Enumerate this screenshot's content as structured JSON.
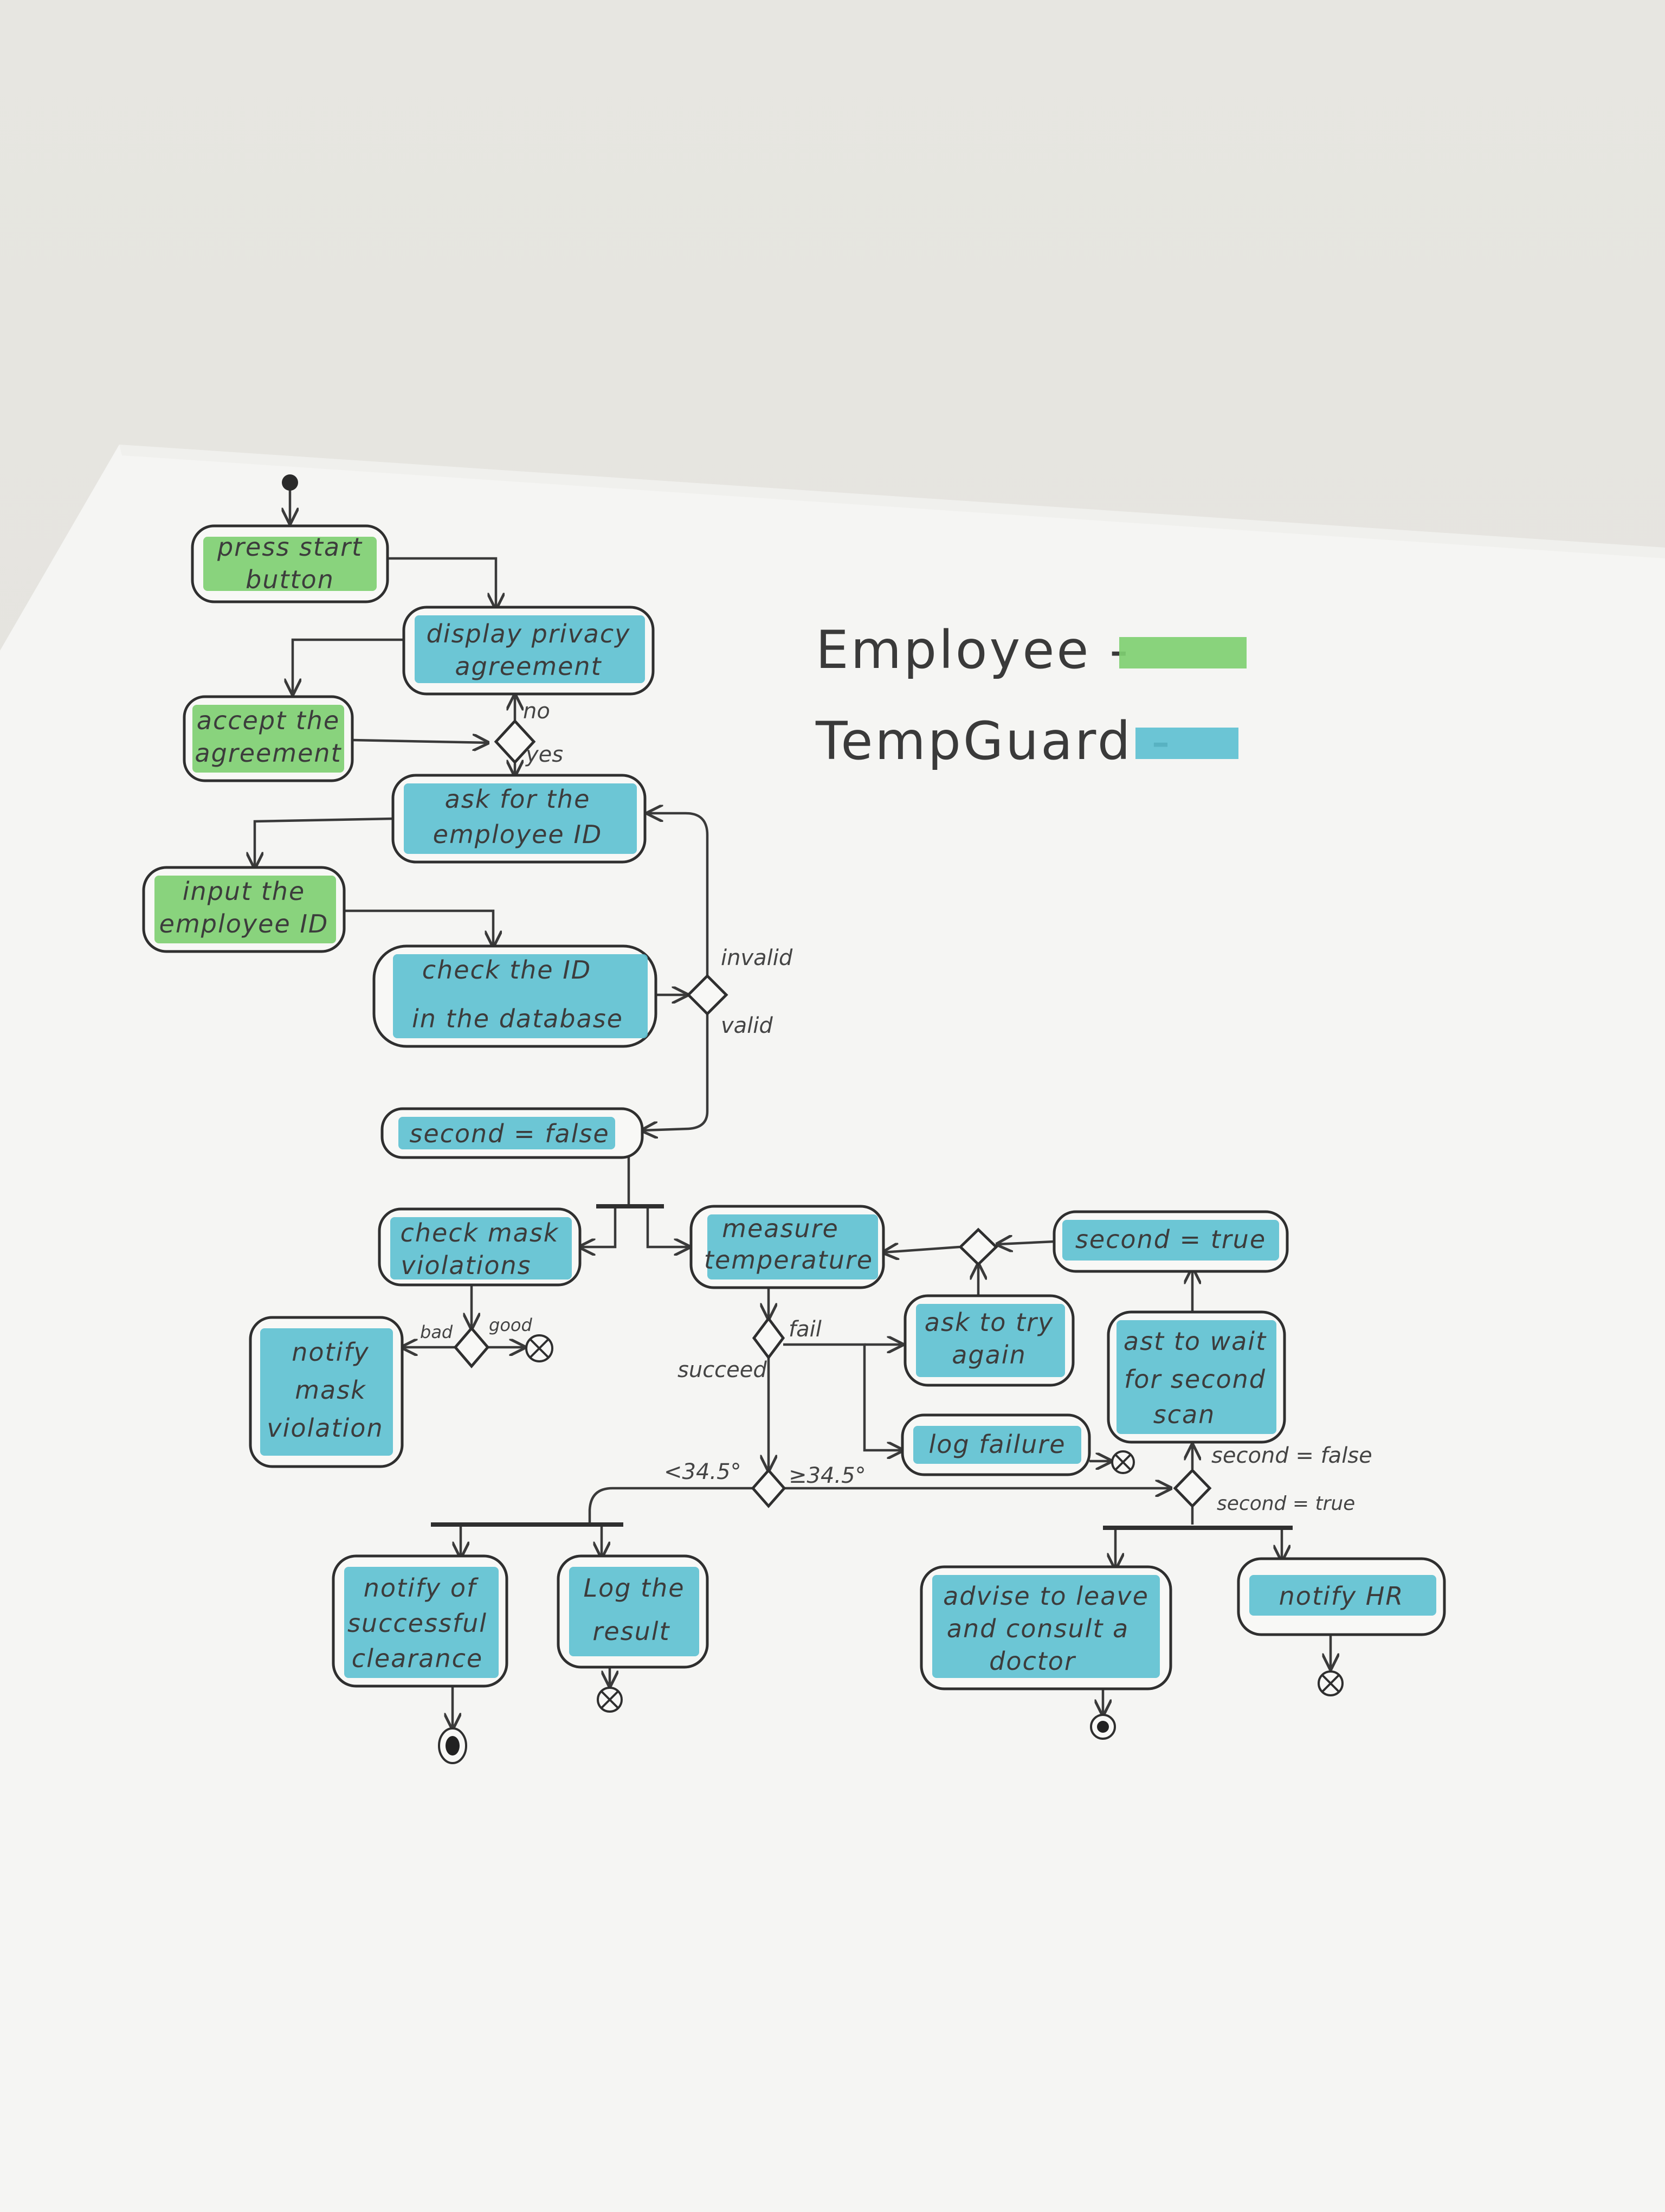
{
  "legend": {
    "employee_label": "Employee -",
    "tempguard_label": "TempGuard -",
    "employee_color": "#7fcf72",
    "tempguard_color": "#5cc0d2"
  },
  "nodes": {
    "press_start": [
      "press start",
      "button"
    ],
    "display_privacy": [
      "display privacy",
      "agreement"
    ],
    "accept_agreement": [
      "accept the",
      "agreement"
    ],
    "ask_id": [
      "ask for the",
      "employee ID"
    ],
    "input_id": [
      "input the",
      "employee ID"
    ],
    "check_id": [
      "check the ID",
      "in the database"
    ],
    "second_false": [
      "second = false"
    ],
    "check_mask": [
      "check mask",
      "violations"
    ],
    "measure_temp": [
      "measure",
      "temperature"
    ],
    "second_true": [
      "second = true"
    ],
    "notify_mask": [
      "notify",
      "mask",
      "violation"
    ],
    "ask_try_again": [
      "ask to try",
      "again"
    ],
    "ask_wait": [
      "ast to wait",
      "for second",
      "scan"
    ],
    "log_failure": [
      "log failure"
    ],
    "notify_clearance": [
      "notify of",
      "successful",
      "clearance"
    ],
    "log_result": [
      "Log the",
      "result"
    ],
    "advise_leave": [
      "advise to leave",
      "and consult a",
      "doctor"
    ],
    "notify_hr": [
      "notify HR"
    ]
  },
  "edge_labels": {
    "no": "no",
    "yes": "yes",
    "invalid": "invalid",
    "valid": "valid",
    "bad": "bad",
    "good": "good",
    "fail": "fail",
    "succeed": "succeed",
    "lt": "<34.5°",
    "ge": "≥34.5°",
    "second_false": "second = false",
    "second_true": "second = true"
  }
}
